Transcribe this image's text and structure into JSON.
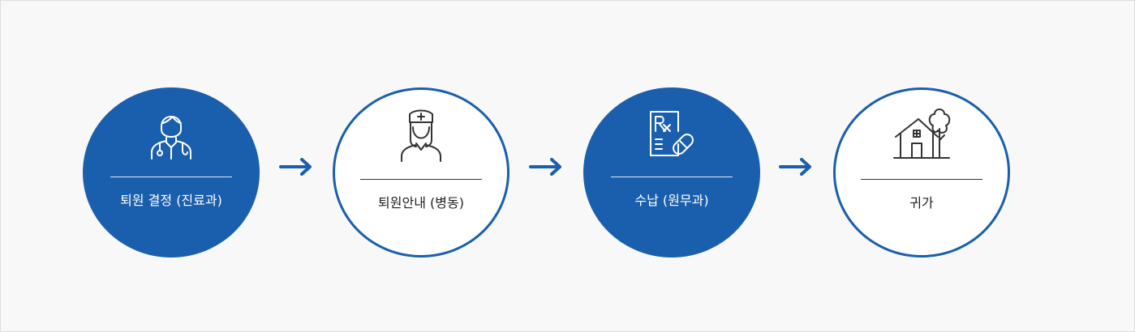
{
  "steps": [
    {
      "label": "퇴원 결정 (진료과)",
      "icon": "doctor-icon",
      "style": "filled"
    },
    {
      "label": "퇴원안내 (병동)",
      "icon": "nurse-icon",
      "style": "outline"
    },
    {
      "label": "수납 (원무과)",
      "icon": "prescription-icon",
      "style": "filled"
    },
    {
      "label": "귀가",
      "icon": "house-icon",
      "style": "outline"
    }
  ],
  "colors": {
    "accent": "#1a5fad",
    "background": "#f8f8f8",
    "icon_dark": "#333333"
  },
  "connector_icon": "arrow-right-icon"
}
